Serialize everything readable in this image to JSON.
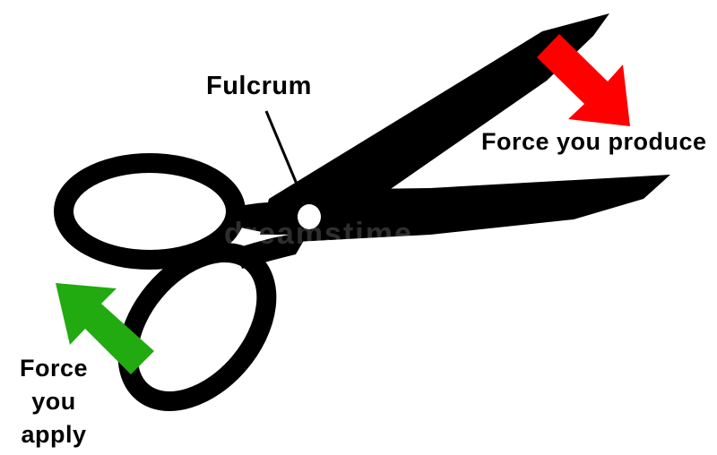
{
  "labels": {
    "fulcrum": "Fulcrum",
    "force_produce": "Force you produce",
    "force_apply_line1": "Force",
    "force_apply_line2": "you",
    "force_apply_line3": "apply"
  },
  "watermark": "dreamstime",
  "colors": {
    "scissors": "#000000",
    "arrow_produce": "#ff0000",
    "arrow_apply": "#22aa11",
    "background": "#ffffff"
  },
  "icons": {
    "scissors": "scissors-icon",
    "arrow_produce": "arrow-down-right-icon",
    "arrow_apply": "arrow-up-left-icon"
  }
}
